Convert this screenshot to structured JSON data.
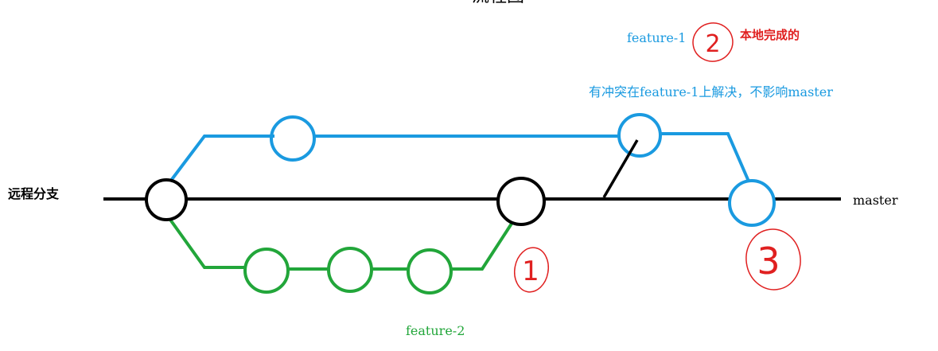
{
  "title": "流程图",
  "remote_branch_label": "远程分支",
  "master_label": "master",
  "feature1_label": "feature-1",
  "feature2_label": "feature-2",
  "annotations": {
    "step1_mark": "1",
    "step2_mark": "2",
    "step3_mark": "3",
    "local_done": "本地完成的",
    "conflict_note": "有冲突在feature-1上解决，不影响master"
  },
  "colors": {
    "master": "#000000",
    "feature1": "#1a9ae0",
    "feature2": "#22a63a",
    "annotation": "#e02020"
  }
}
